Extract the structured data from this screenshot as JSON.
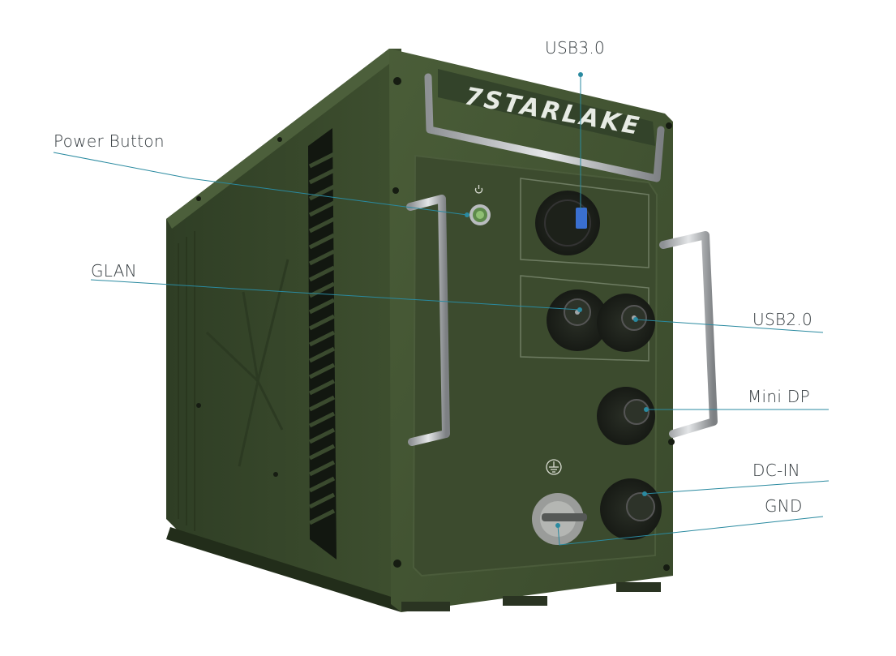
{
  "product": {
    "brand": "7STARLAKE"
  },
  "callouts": {
    "usb3": "USB3.0",
    "power": "Power Button",
    "glan": "GLAN",
    "usb2": "USB2.0",
    "minidp": "Mini DP",
    "dcin": "DC-IN",
    "gnd": "GND"
  },
  "icons": {
    "power": "power-symbol-icon",
    "ground": "ground-symbol-icon"
  },
  "colors": {
    "chassis": "#3f5030",
    "chassis_dark": "#2b3a22",
    "leader_line": "#2a8aa0",
    "label_text": "#333a3e"
  }
}
